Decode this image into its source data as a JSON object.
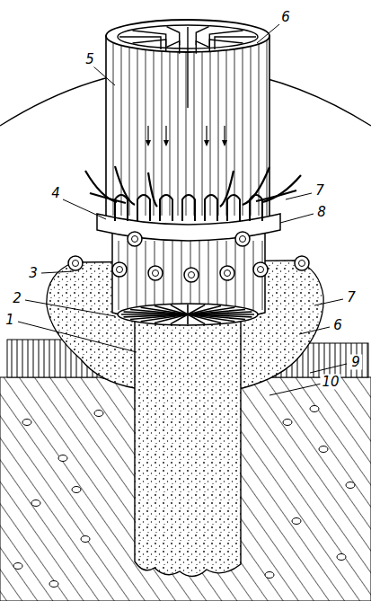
{
  "diagram": {
    "labels": [
      "5",
      "6",
      "4",
      "7",
      "8",
      "3",
      "2",
      "1",
      "7",
      "6",
      "9",
      "10"
    ]
  }
}
